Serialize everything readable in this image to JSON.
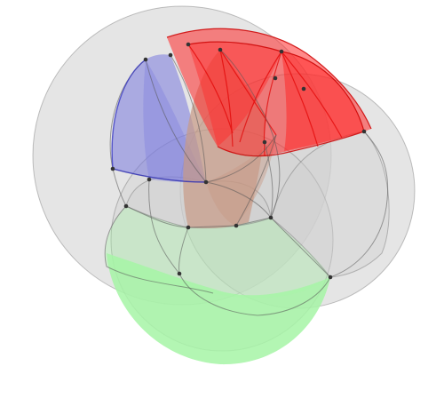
{
  "figure": {
    "kind": "spherical geometry rendering"
  },
  "colors": {
    "background": "#ffffff",
    "gray_sphere_fill": "#d0d0d0",
    "gray_outline": "#555555",
    "green_region": "#a6f5a6",
    "blue_region": "#7a7adf",
    "red_region": "#ff2a2a",
    "tan_region": "#c89a86",
    "vertex_dot": "#333333"
  },
  "regions": [
    {
      "id": "green",
      "color_key": "green_region"
    },
    {
      "id": "blue",
      "color_key": "blue_region"
    },
    {
      "id": "red",
      "color_key": "red_region"
    },
    {
      "id": "tan",
      "color_key": "tan_region"
    }
  ]
}
